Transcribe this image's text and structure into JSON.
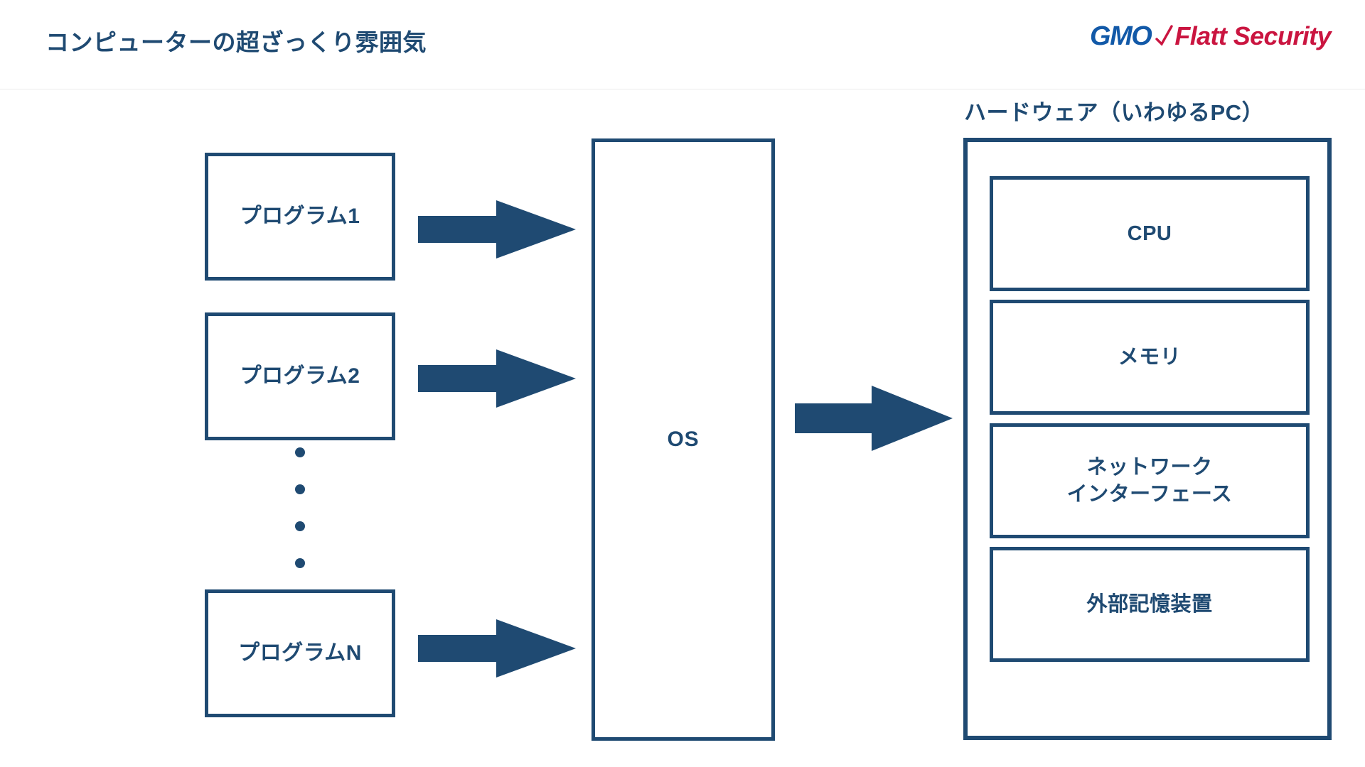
{
  "header": {
    "title": "コンピューターの超ざっくり雰囲気",
    "logo": {
      "gmo": "GMO",
      "flatt": "Flatt Security",
      "gmo_color": "#1259a8",
      "flatt_color": "#ca1540"
    }
  },
  "theme": {
    "navy": "#1f4a72",
    "background": "#ffffff",
    "divider": "#ececec"
  },
  "diagram": {
    "programs": [
      {
        "label": "プログラム1"
      },
      {
        "label": "プログラム2"
      },
      {
        "label": "プログラムN"
      }
    ],
    "ellipsis_dots": 4,
    "os": {
      "label": "OS"
    },
    "hardware": {
      "label": "ハードウェア（いわゆるPC）",
      "components": [
        {
          "label": "CPU"
        },
        {
          "label": "メモリ"
        },
        {
          "label": "ネットワーク\nインターフェース"
        },
        {
          "label": "外部記憶装置"
        }
      ]
    },
    "arrows": [
      {
        "from": "プログラム1",
        "to": "OS"
      },
      {
        "from": "プログラム2",
        "to": "OS"
      },
      {
        "from": "プログラムN",
        "to": "OS"
      },
      {
        "from": "OS",
        "to": "ハードウェア（いわゆるPC）"
      }
    ]
  }
}
